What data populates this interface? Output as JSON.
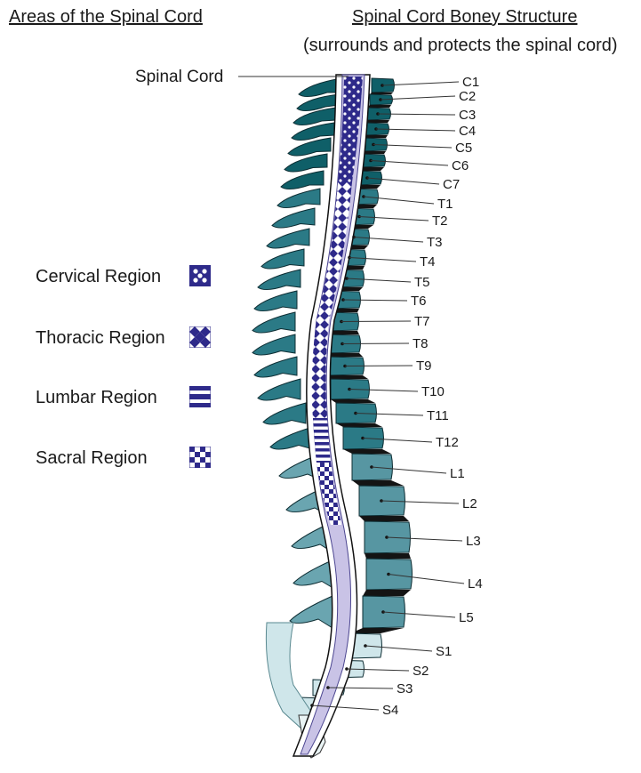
{
  "headings": {
    "left": "Areas of the Spinal Cord",
    "right": "Spinal Cord Boney Structure",
    "subtitle": "(surrounds and protects the spinal cord)"
  },
  "spinal_cord_label": "Spinal Cord",
  "legend": [
    {
      "label": "Cervical Region",
      "pattern": "dots-icon"
    },
    {
      "label": "Thoracic Region",
      "pattern": "diamond-check-icon"
    },
    {
      "label": "Lumbar Region",
      "pattern": "horizontal-stripes-icon"
    },
    {
      "label": "Sacral Region",
      "pattern": "checkerboard-icon"
    }
  ],
  "vertebrae": {
    "cervical": [
      "C1",
      "C2",
      "C3",
      "C4",
      "C5",
      "C6",
      "C7"
    ],
    "thoracic": [
      "T1",
      "T2",
      "T3",
      "T4",
      "T5",
      "T6",
      "T7",
      "T8",
      "T9",
      "T10",
      "T11",
      "T12"
    ],
    "lumbar": [
      "L1",
      "L2",
      "L3",
      "L4",
      "L5"
    ],
    "sacral": [
      "S1",
      "S2",
      "S3",
      "S4"
    ]
  },
  "colors": {
    "cervical": "#0f5f68",
    "thoracic": "#2b7a86",
    "lumbar": "#5796a2",
    "sacral": "#cfe6ea",
    "disc": "#141414",
    "cord": "#c9c3e6",
    "legend": "#2e2a8a"
  }
}
